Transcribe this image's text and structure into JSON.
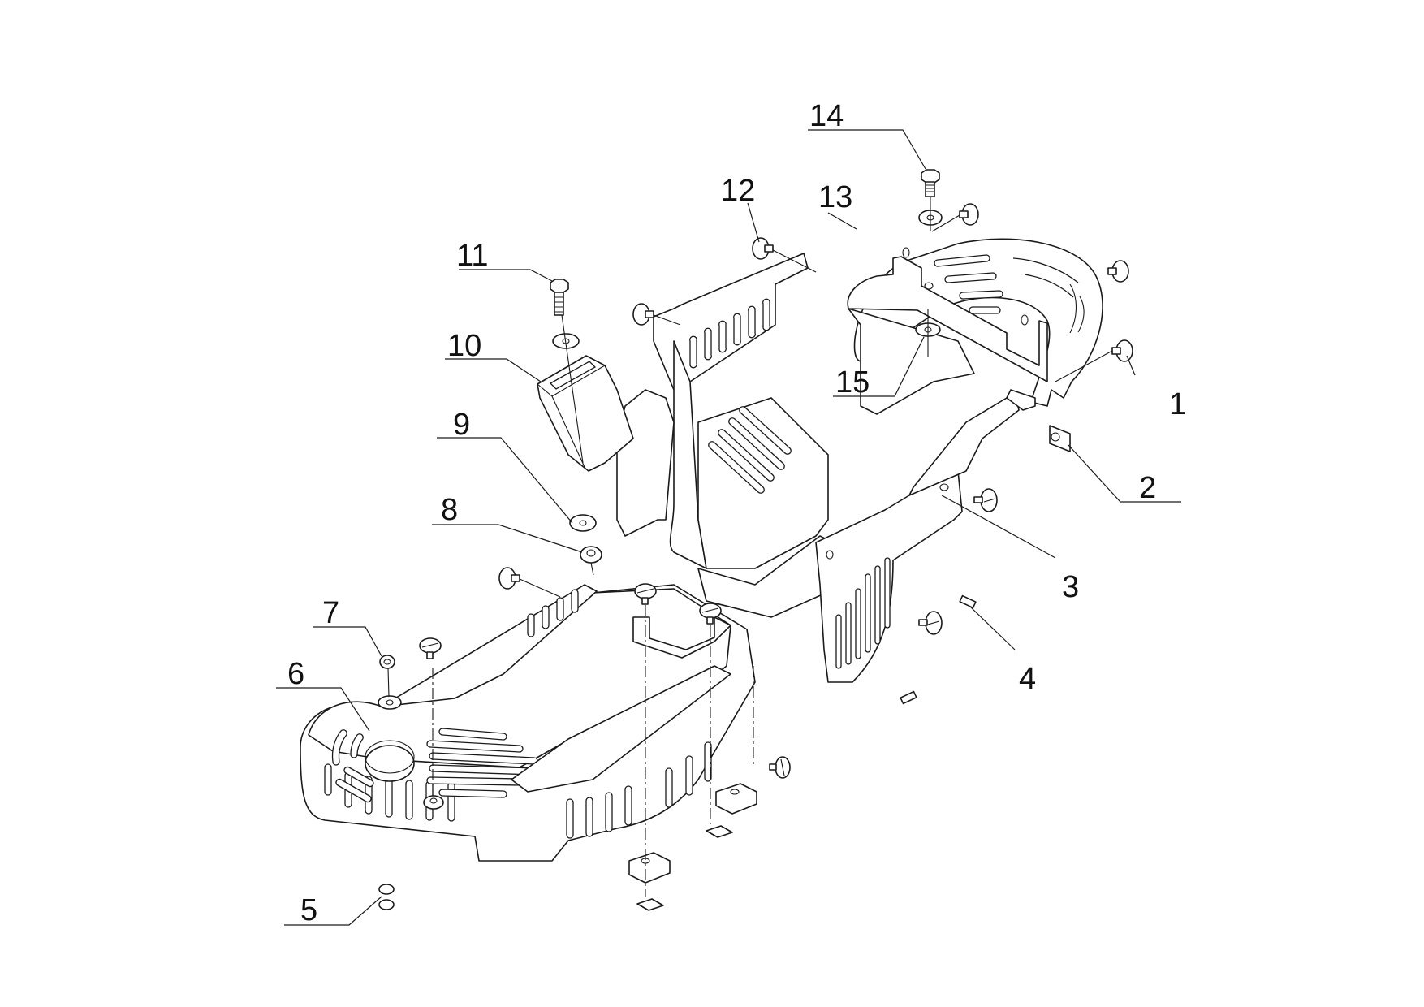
{
  "diagram": {
    "type": "exploded parts diagram",
    "subject": "belt guard / cover assembly",
    "callouts": [
      {
        "id": "1",
        "label": "1"
      },
      {
        "id": "2",
        "label": "2"
      },
      {
        "id": "3",
        "label": "3"
      },
      {
        "id": "4",
        "label": "4"
      },
      {
        "id": "5",
        "label": "5"
      },
      {
        "id": "6",
        "label": "6"
      },
      {
        "id": "7",
        "label": "7"
      },
      {
        "id": "8",
        "label": "8"
      },
      {
        "id": "9",
        "label": "9"
      },
      {
        "id": "10",
        "label": "10"
      },
      {
        "id": "11",
        "label": "11"
      },
      {
        "id": "12",
        "label": "12"
      },
      {
        "id": "13",
        "label": "13"
      },
      {
        "id": "14",
        "label": "14"
      },
      {
        "id": "15",
        "label": "15"
      }
    ]
  }
}
